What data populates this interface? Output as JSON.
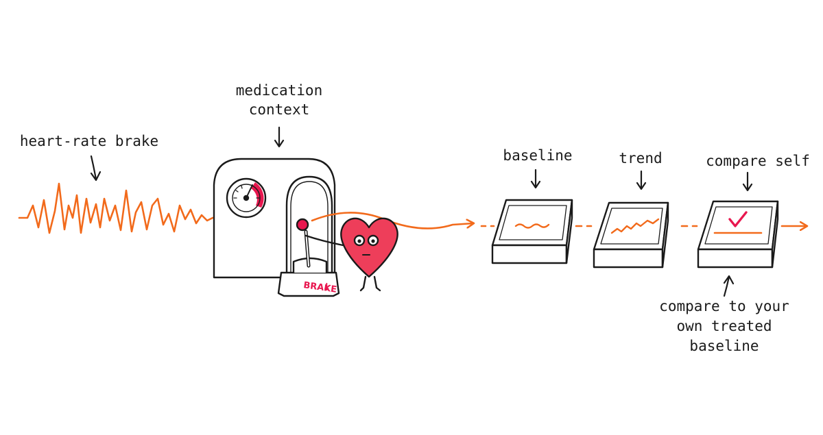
{
  "labels": {
    "heart_rate_brake": "heart-rate brake",
    "medication_context_line1": "medication",
    "medication_context_line2": "context",
    "baseline": "baseline",
    "trend": "trend",
    "compare_self": "compare self",
    "compare_note_line1": "compare to your",
    "compare_note_line2": "own treated",
    "compare_note_line3": "baseline"
  },
  "brake_sign": {
    "text": "BRAKE",
    "arrow": "↓"
  },
  "icons": {
    "waveform": "heartbeat-waveform-icon",
    "machine": "brake-machine-icon",
    "gauge": "speedometer-gauge-icon",
    "lever": "brake-lever-icon",
    "heart": "heart-character-icon",
    "checkmark": "checkmark-icon"
  },
  "colors": {
    "signal_orange": "#f26a1b",
    "accent_pink": "#e8174f",
    "heart_red": "#ee3e5a",
    "ink": "#1a1a1a"
  }
}
